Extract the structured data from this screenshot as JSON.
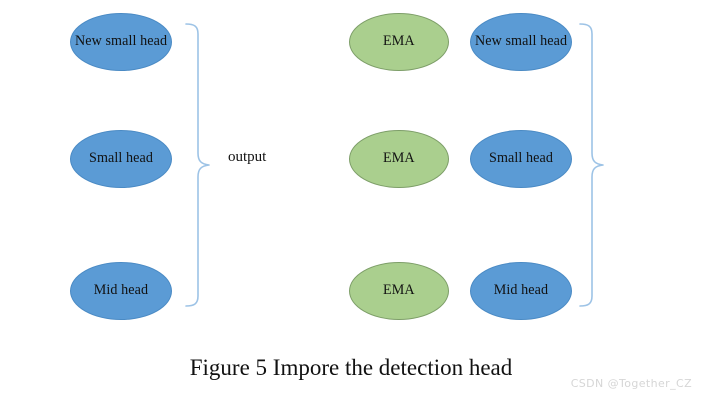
{
  "figure": {
    "caption": "Figure 5 Impore the detection head",
    "watermark": "CSDN @Together_CZ",
    "background_color": "#ffffff"
  },
  "colors": {
    "node_blue_fill": "#5b9bd5",
    "node_blue_stroke": "#4a8ac4",
    "node_green_fill": "#aacf8e",
    "node_green_stroke": "#7d9e68",
    "brace_stroke": "#9dc3e6",
    "text": "#111111",
    "watermark": "#d6d6d6"
  },
  "left_group": {
    "nodes": [
      {
        "id": "left-new-small-head",
        "label": "New small head",
        "shape": "ellipse",
        "fill": "blue"
      },
      {
        "id": "left-small-head",
        "label": "Small head",
        "shape": "ellipse",
        "fill": "blue"
      },
      {
        "id": "left-mid-head",
        "label": "Mid head",
        "shape": "ellipse",
        "fill": "blue"
      }
    ],
    "brace": {
      "orientation": "right-pointing",
      "label": "output"
    }
  },
  "right_group": {
    "ema_nodes": [
      {
        "id": "ema-top",
        "label": "EMA",
        "shape": "ellipse",
        "fill": "green"
      },
      {
        "id": "ema-mid",
        "label": "EMA",
        "shape": "ellipse",
        "fill": "green"
      },
      {
        "id": "ema-bottom",
        "label": "EMA",
        "shape": "ellipse",
        "fill": "green"
      }
    ],
    "head_nodes": [
      {
        "id": "right-new-small-head",
        "label": "New small head",
        "shape": "ellipse",
        "fill": "blue"
      },
      {
        "id": "right-small-head",
        "label": "Small head",
        "shape": "ellipse",
        "fill": "blue"
      },
      {
        "id": "right-mid-head",
        "label": "Mid head",
        "shape": "ellipse",
        "fill": "blue"
      }
    ],
    "brace": {
      "orientation": "right-pointing",
      "label": ""
    }
  }
}
